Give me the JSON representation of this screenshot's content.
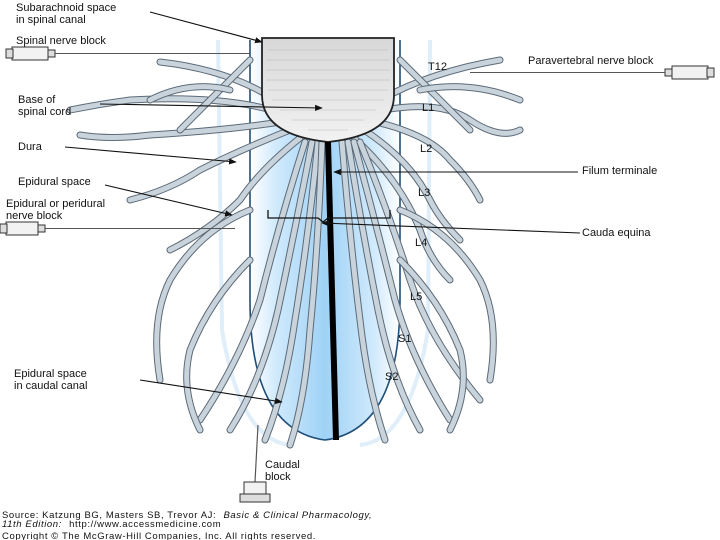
{
  "labels": {
    "subarachnoid_1": "Subarachnoid space",
    "subarachnoid_2": "in spinal canal",
    "spinal_nerve_block": "Spinal nerve block",
    "paravertebral_nerve_block": "Paravertebral nerve block",
    "base_spinal_cord_1": "Base of",
    "base_spinal_cord_2": "spinal cord",
    "dura": "Dura",
    "filum_terminale": "Filum terminale",
    "epidural_space": "Epidural space",
    "epidural_block_1": "Epidural or peridural",
    "epidural_block_2": "nerve block",
    "cauda_equina": "Cauda equina",
    "caudal_canal_1": "Epidural space",
    "caudal_canal_2": "in caudal canal",
    "caudal_block_1": "Caudal",
    "caudal_block_2": "block"
  },
  "levels": {
    "t12": "T12",
    "l1": "L1",
    "l2": "L2",
    "l3": "L3",
    "l4": "L4",
    "l5": "L5",
    "s1": "S1",
    "s2": "S2"
  },
  "caption": {
    "source_prefix": "Source: Katzung BG, Masters SB, Trevor AJ:",
    "source_title": "Basic & Clinical Pharmacology,",
    "edition_prefix": "11th Edition:",
    "url": "http://www.accessmedicine.com",
    "copyright": "Copyright © The McGraw-Hill Companies, Inc. All rights reserved."
  },
  "colors": {
    "dural_sac_fill": "#c9e6fb",
    "dural_sac_stroke": "#1e4f7a",
    "nerve_root": "#c9d3dc",
    "nerve_outline": "#5c6b78",
    "cord_fill": "#e6e6e6",
    "filum": "#000000"
  }
}
